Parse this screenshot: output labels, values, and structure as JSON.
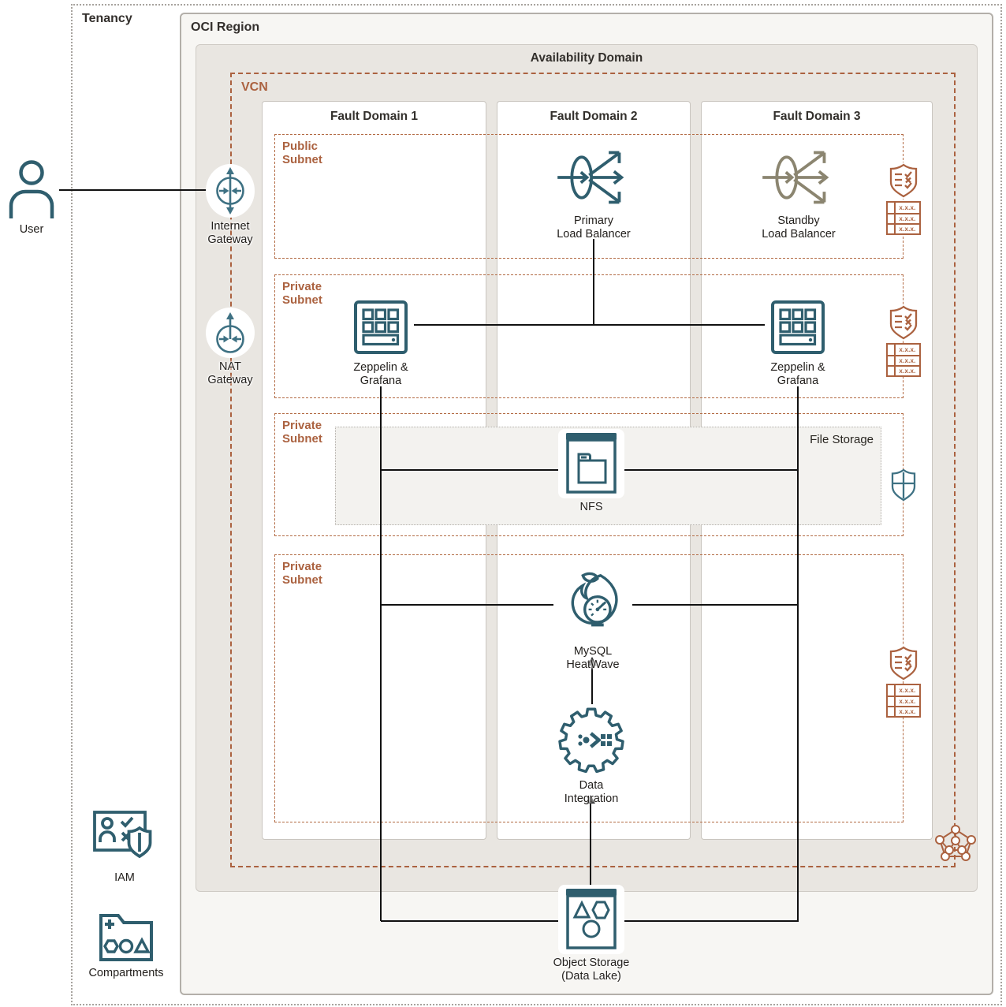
{
  "containers": {
    "tenancy": "Tenancy",
    "oci_region": "OCI Region",
    "availability_domain": "Availability Domain",
    "vcn": "VCN",
    "fault_domain_1": "Fault Domain 1",
    "fault_domain_2": "Fault Domain 2",
    "fault_domain_3": "Fault Domain 3",
    "subnet_public": "Public\nSubnet",
    "subnet_private_2": "Private\nSubnet",
    "subnet_private_3": "Private\nSubnet",
    "subnet_private_4": "Private\nSubnet",
    "file_storage": "File Storage"
  },
  "nodes": {
    "user": "User",
    "internet_gateway": "Internet\nGateway",
    "nat_gateway": "NAT\nGateway",
    "primary_load_balancer": "Primary\nLoad Balancer",
    "standby_load_balancer": "Standby\nLoad Balancer",
    "zeppelin_grafana_fd1": "Zeppelin &\nGrafana",
    "zeppelin_grafana_fd3": "Zeppelin &\nGrafana",
    "nfs": "NFS",
    "mysql_heatwave": "MySQL\nHeatWave",
    "data_integration": "Data\nIntegration",
    "object_storage": "Object Storage\n(Data Lake)",
    "iam": "IAM",
    "compartments": "Compartments"
  },
  "icons": {
    "route_table_text": "x.x.x.",
    "security_list_icon": "shield with rule checklist",
    "route_table_icon": "route table rows",
    "network_security_icon": "quartered shield",
    "service_gateway_cluster_icon": "circle cluster"
  },
  "colors": {
    "teal": "#2f5e6e",
    "teal_light": "#3e7183",
    "olive": "#8b8570",
    "orange": "#ab6240",
    "line": "#111111",
    "availability_domain_bg": "#e9e6e1",
    "oci_region_bg": "#f7f6f3",
    "file_storage_bg": "#f3f2ef"
  }
}
